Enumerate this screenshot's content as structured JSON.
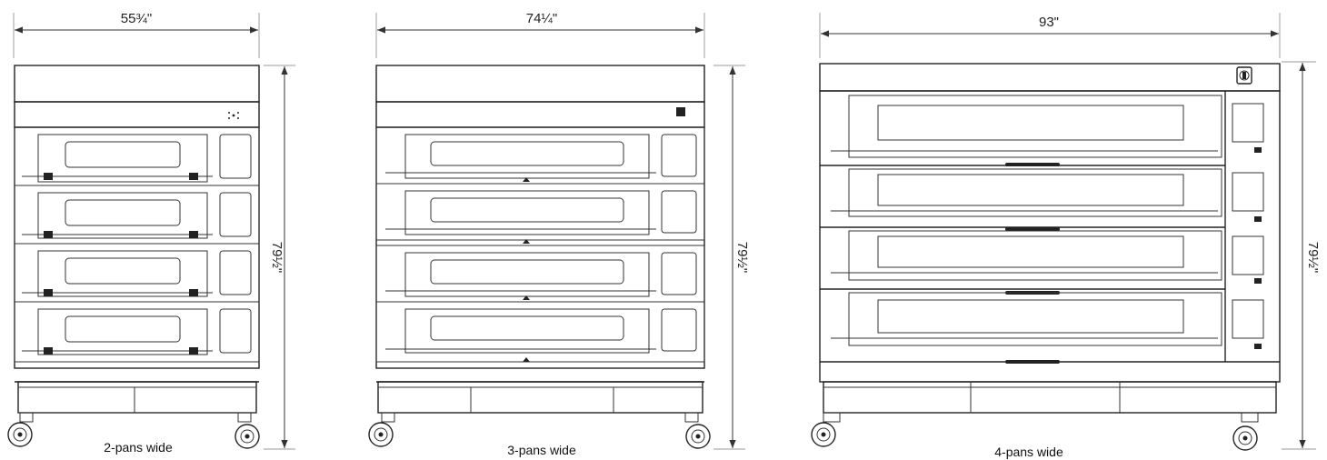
{
  "ovens": [
    {
      "width_label": "55¾\"",
      "height_label": "79½\"",
      "caption": "2-pans wide",
      "decks": 4
    },
    {
      "width_label": "74¼\"",
      "height_label": "79½\"",
      "caption": "3-pans wide",
      "decks": 4
    },
    {
      "width_label": "93\"",
      "height_label": "79½\"",
      "caption": "4-pans wide",
      "decks": 4
    }
  ]
}
